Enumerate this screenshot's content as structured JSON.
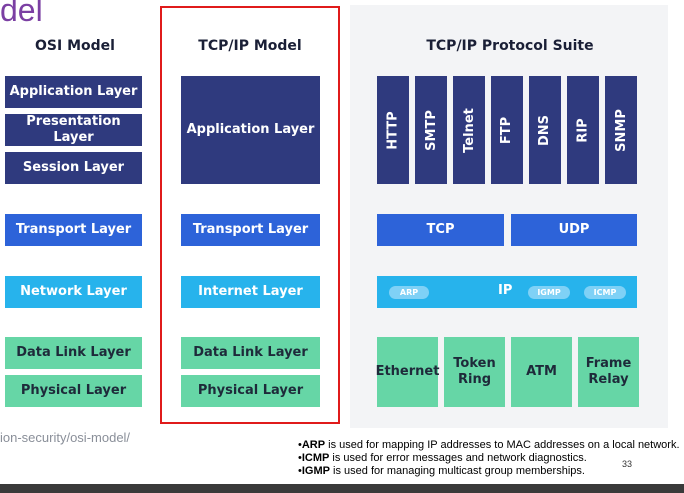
{
  "title_fragment": "del",
  "osi": {
    "heading": "OSI Model",
    "layers": [
      "Application Layer",
      "Presentation Layer",
      "Session Layer",
      "Transport Layer",
      "Network Layer",
      "Data Link Layer",
      "Physical Layer"
    ]
  },
  "tcpip": {
    "heading": "TCP/IP Model",
    "layers": [
      "Application Layer",
      "Transport Layer",
      "Internet Layer",
      "Data Link Layer",
      "Physical Layer"
    ]
  },
  "suite": {
    "heading": "TCP/IP Protocol Suite",
    "app_protocols": [
      "HTTP",
      "SMTP",
      "Telnet",
      "FTP",
      "DNS",
      "RIP",
      "SNMP"
    ],
    "transport": [
      "TCP",
      "UDP"
    ],
    "internet_main": "IP",
    "internet_pills": [
      "ARP",
      "IGMP",
      "ICMP"
    ],
    "link": [
      "Ethernet",
      "Token Ring",
      "ATM",
      "Frame Relay"
    ]
  },
  "url_fragment": "ion-security/osi-model/",
  "notes": [
    {
      "term": "ARP",
      "text": " is used for mapping IP addresses to MAC addresses on a local network."
    },
    {
      "term": "ICMP",
      "text": " is used for error messages and network diagnostics."
    },
    {
      "term": "IGMP",
      "text": " is used for managing multicast group memberships."
    }
  ],
  "page_number": "33",
  "colors": {
    "navy": "#2f3a7e",
    "blue": "#2d63d9",
    "cyan": "#27b3ec",
    "green": "#66d6a6",
    "highlight_border": "#e01b1b",
    "title": "#7b3fa3"
  }
}
